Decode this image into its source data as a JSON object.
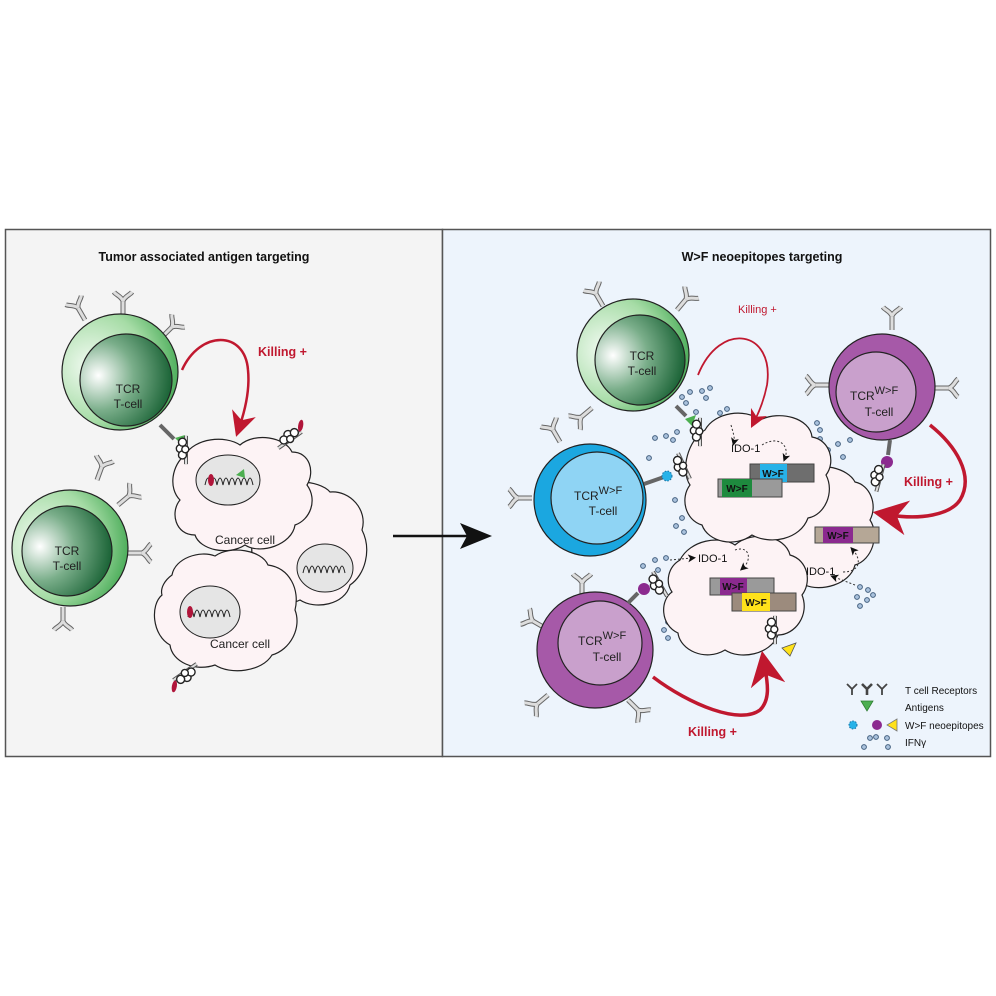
{
  "panels": {
    "left": {
      "title": "Tumor associated antigen targeting",
      "background": "#f4f4f4",
      "killing_label": "Killing +",
      "tcells": [
        {
          "line1": "TCR",
          "line2": "T-cell"
        },
        {
          "line1": "TCR",
          "line2": "T-cell"
        }
      ],
      "cancer_cells": [
        "Cancer cell",
        "Cancer cell"
      ]
    },
    "right": {
      "title": "W>F neoepitopes targeting",
      "background": "#edf4fc",
      "killing_labels": [
        "Killing +",
        "Killing +",
        "Killing +"
      ],
      "tcells": [
        {
          "line1": "TCR",
          "sup": "",
          "line2": "T-cell",
          "type": "green"
        },
        {
          "line1": "TCR",
          "sup": "W>F",
          "line2": "T-cell",
          "type": "blue"
        },
        {
          "line1": "TCR",
          "sup": "W>F",
          "line2": "T-cell",
          "type": "purple-top"
        },
        {
          "line1": "TCR",
          "sup": "W>F",
          "line2": "T-cell",
          "type": "purple-bottom"
        }
      ],
      "ido_labels": [
        "IDO-1",
        "IDO-1",
        "IDO-1"
      ],
      "peptide_labels": [
        "W>F",
        "W>F",
        "W>F",
        "W>F",
        "W>F"
      ]
    }
  },
  "legend": {
    "items": [
      {
        "icon": "t-cell-receptor-icons",
        "label": "T cell Receptors"
      },
      {
        "icon": "green-triangle-antigen-icon",
        "label": "Antigens"
      },
      {
        "icon": "neoepitope-icons",
        "label": "W>F neoepitopes"
      },
      {
        "icon": "ifn-gamma-dots-icon",
        "label": "IFNγ"
      }
    ]
  },
  "colors": {
    "killing_red": "#c0182f",
    "green_outer": "#8fd08f",
    "green_inner": "#1d6e3a",
    "blue_outer": "#1ba7e0",
    "blue_inner": "#8fd4f4",
    "purple_outer": "#a659a8",
    "purple_inner": "#c9a0cc",
    "cancer_fill": "#fdf3f5",
    "nucleus_fill": "#e5e5e5",
    "wf_green": "#1e8a3e",
    "wf_blue": "#27b2e8",
    "wf_purple": "#8b2a8f",
    "wf_yellow": "#ffe21a",
    "bar_gray": "#9a9a9a",
    "bar_dark": "#6e6e6e",
    "bar_tan": "#b5a796",
    "bar_brown": "#9c8b7d",
    "ifn_dot": "#5a7fa8"
  }
}
